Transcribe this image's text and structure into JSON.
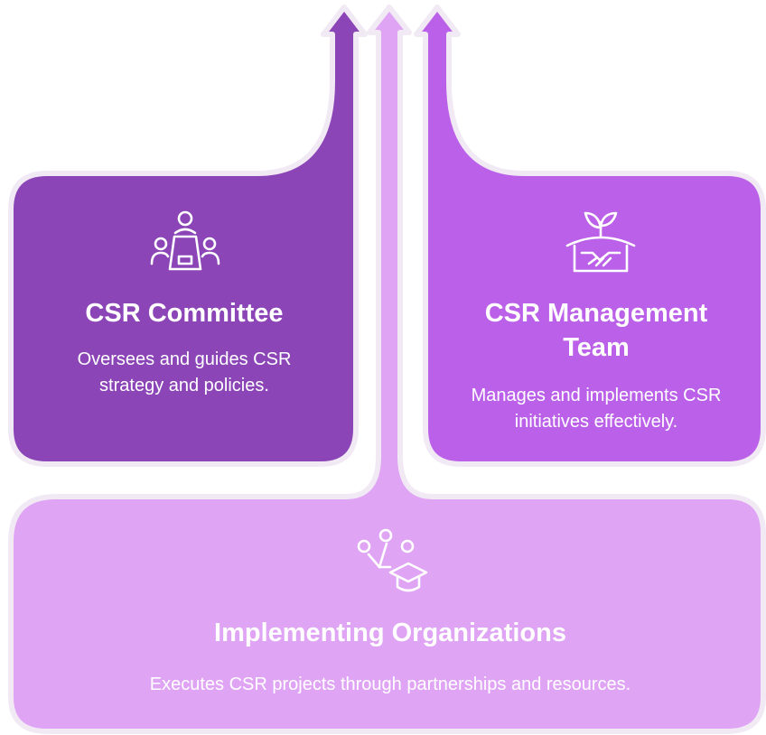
{
  "colors": {
    "committee": "#8b45b7",
    "management": "#bb60e8",
    "implementing": "#e0a4f4",
    "outline": "#f1eaf5"
  },
  "blocks": [
    {
      "id": "committee",
      "title": "CSR Committee",
      "description": "Oversees and guides CSR strategy and policies.",
      "icon": "meeting-table-icon"
    },
    {
      "id": "management",
      "title": "CSR Management Team",
      "description": "Manages and implements CSR initiatives effectively.",
      "icon": "handshake-growth-icon"
    },
    {
      "id": "implementing",
      "title": "Implementing Organizations",
      "description": "Executes CSR projects through partnerships and resources.",
      "icon": "graduation-network-icon"
    }
  ]
}
